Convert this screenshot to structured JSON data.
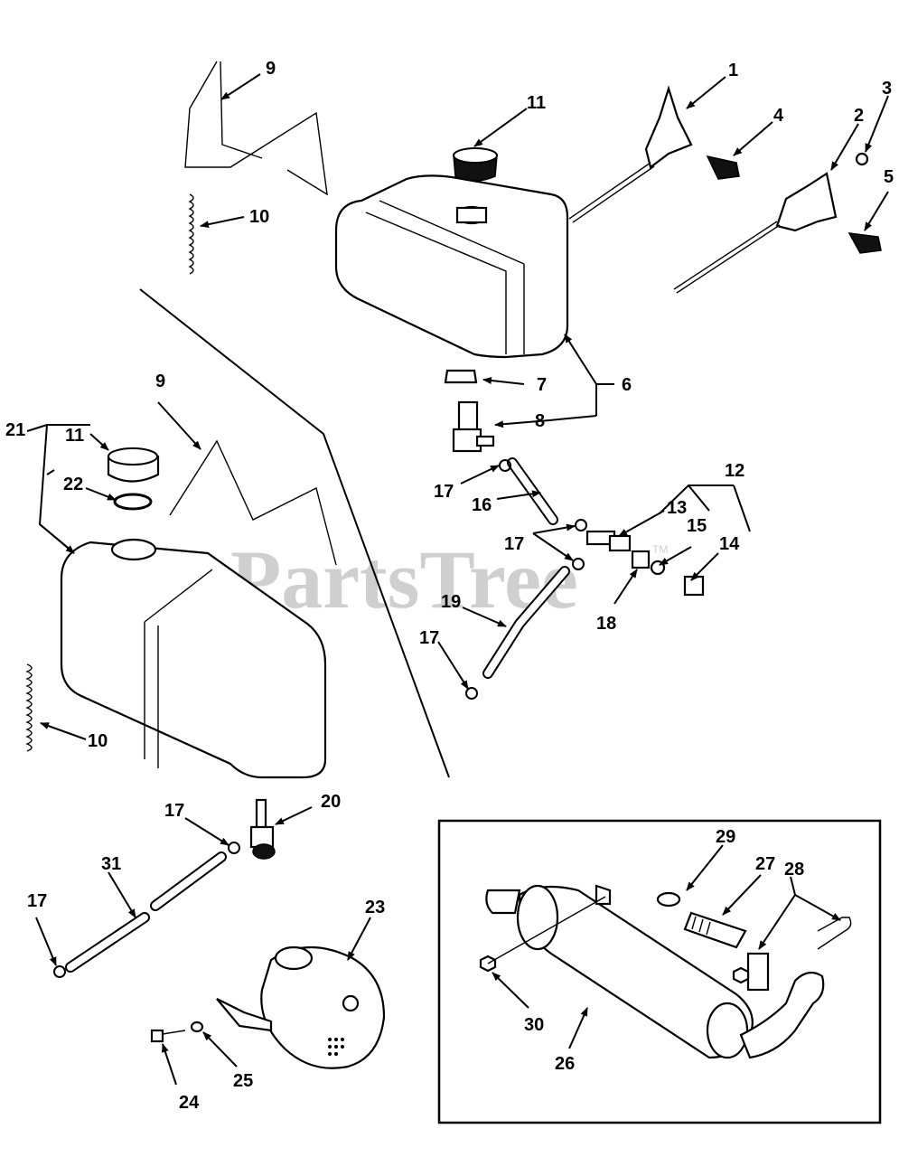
{
  "watermark": {
    "text": "PartsTree",
    "trademark": "TM"
  },
  "callouts": [
    "1",
    "2",
    "3",
    "4",
    "5",
    "6",
    "7",
    "8",
    "9",
    "9",
    "10",
    "10",
    "11",
    "11",
    "12",
    "13",
    "14",
    "15",
    "16",
    "17",
    "17",
    "17",
    "17",
    "17",
    "18",
    "19",
    "20",
    "21",
    "22",
    "23",
    "24",
    "25",
    "26",
    "27",
    "28",
    "29",
    "30",
    "31"
  ]
}
